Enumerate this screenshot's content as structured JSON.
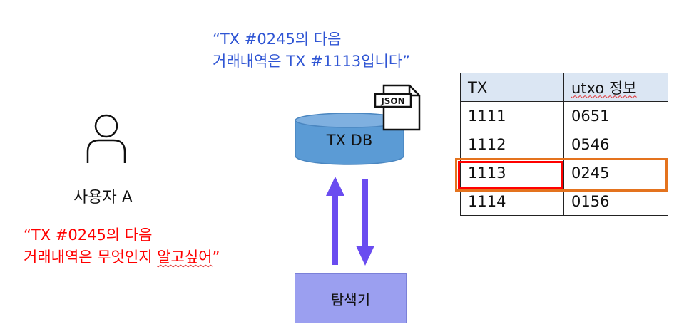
{
  "top_quote": {
    "line1": "“TX #0245의 다음",
    "line2": "거래내역은 TX #1113입니다”"
  },
  "user": {
    "label": "사용자 A",
    "quote_line1": "“TX #0245의 다음",
    "quote_line2_a": "거래내역은 무엇인지 ",
    "quote_line2_b": "알고싶어",
    "quote_line2_c": "”"
  },
  "db": {
    "label": "TX DB",
    "file_icon_text": "JSON"
  },
  "explorer": {
    "label": "탐색기"
  },
  "table": {
    "headers": [
      "TX",
      "utxo 정보"
    ],
    "rows": [
      [
        "1111",
        "0651"
      ],
      [
        "1112",
        "0546"
      ],
      [
        "1113",
        "0245"
      ],
      [
        "1114",
        "0156"
      ]
    ],
    "highlighted_row": 2
  },
  "colors": {
    "blue_text": "#2f55d4",
    "red_text": "#ff0000",
    "db_fill": "#5b9bd5",
    "arrow": "#6a4cf0",
    "explorer_fill": "#9b9ff0",
    "header_fill": "#dbe6f3",
    "row_highlight": "#e4731e",
    "cell_highlight": "#ff0000"
  }
}
